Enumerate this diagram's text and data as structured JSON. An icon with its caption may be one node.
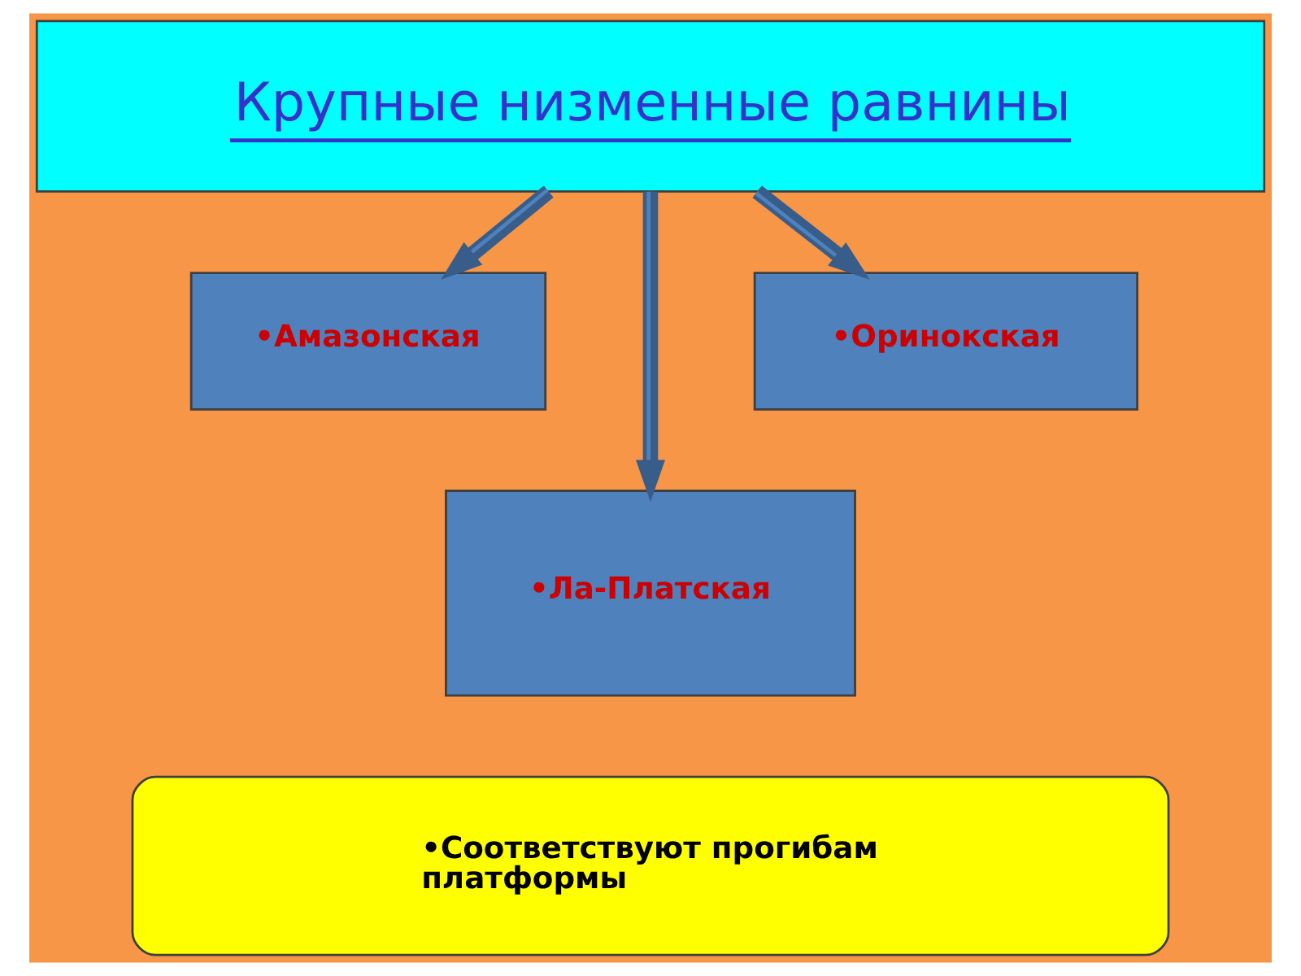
{
  "diagram": {
    "nodes": [
      {
        "text": [
          "Крупные низменные равнины"
        ]
      },
      {
        "text": [
          "•Амазонская"
        ]
      },
      {
        "text": [
          "•Ла-Платская"
        ]
      },
      {
        "text": [
          "•Оринокская"
        ]
      },
      {
        "text": [
          "•Соответствуют прогибам платформы"
        ]
      }
    ],
    "edges": [
      {
        "from": 0,
        "to": 1,
        "arrow": "to"
      },
      {
        "from": 0,
        "to": 2,
        "arrow": "to"
      },
      {
        "from": 0,
        "to": 3,
        "arrow": "to"
      }
    ]
  }
}
